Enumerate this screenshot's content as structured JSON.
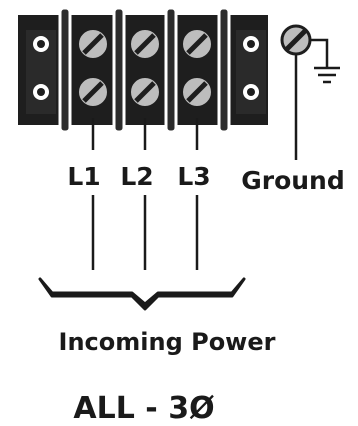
{
  "terminal_labels": [
    "L1",
    "L2",
    "L3"
  ],
  "ground_label": "Ground",
  "incoming_power_label": "Incoming Power",
  "phase_label": "ALL - 3Ø",
  "colors": {
    "block_dark": "#1e1e1e",
    "screw_face": "#bdbdbd",
    "line": "#1a1a1a",
    "background": "#ffffff"
  }
}
